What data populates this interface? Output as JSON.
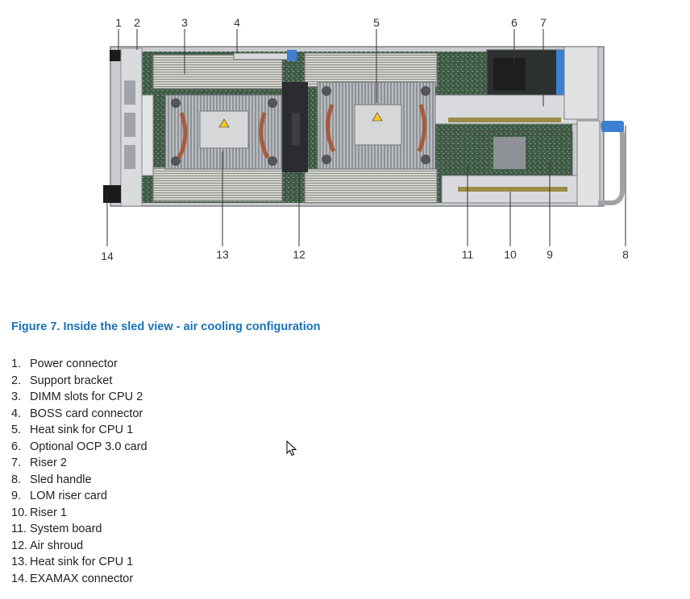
{
  "diagram": {
    "callouts": [
      "1",
      "2",
      "3",
      "4",
      "5",
      "6",
      "7",
      "8",
      "9",
      "10",
      "11",
      "12",
      "13",
      "14"
    ]
  },
  "caption": "Figure 7. Inside the sled view - air cooling configuration",
  "legend": [
    {
      "num": "1.",
      "label": "Power connector"
    },
    {
      "num": "2.",
      "label": "Support bracket"
    },
    {
      "num": "3.",
      "label": "DIMM slots for CPU 2"
    },
    {
      "num": "4.",
      "label": "BOSS card connector"
    },
    {
      "num": "5.",
      "label": "Heat sink for CPU 1"
    },
    {
      "num": "6.",
      "label": "Optional OCP 3.0 card"
    },
    {
      "num": "7.",
      "label": "Riser 2"
    },
    {
      "num": "8.",
      "label": "Sled handle"
    },
    {
      "num": "9.",
      "label": "LOM riser card"
    },
    {
      "num": "10.",
      "label": "Riser 1"
    },
    {
      "num": "11.",
      "label": "System board"
    },
    {
      "num": "12.",
      "label": "Air shroud"
    },
    {
      "num": "13.",
      "label": "Heat sink for CPU 1"
    },
    {
      "num": "14.",
      "label": "EXAMAX connector"
    }
  ],
  "colors": {
    "caption": "#1a72b8",
    "handle": "#3d7fd1",
    "shroud": "#2a2c31",
    "board": "#3e5a45"
  }
}
